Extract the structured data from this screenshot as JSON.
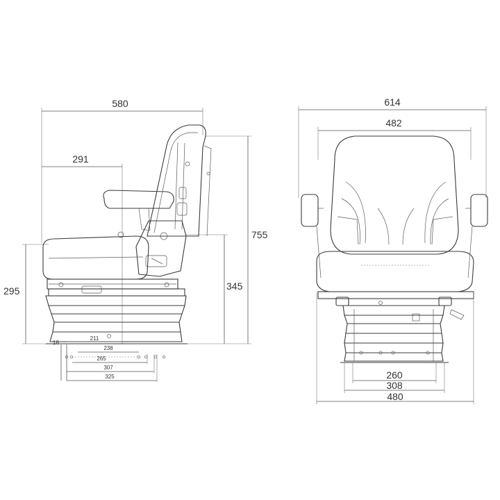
{
  "side_view": {
    "dimensions": {
      "overall_depth": "580",
      "seat_reference_depth": "291",
      "overall_height": "755",
      "seat_height_left": "295",
      "seat_height_right": "345",
      "offset_16": "16",
      "base_211": "211",
      "base_238": "238",
      "base_265": "265",
      "base_307": "307",
      "base_325": "325"
    }
  },
  "front_view": {
    "dimensions": {
      "overall_width": "614",
      "backrest_width": "482",
      "base_260": "260",
      "base_308": "308",
      "base_480": "480"
    }
  },
  "colors": {
    "line": "#3a3a3a",
    "background": "#ffffff"
  }
}
